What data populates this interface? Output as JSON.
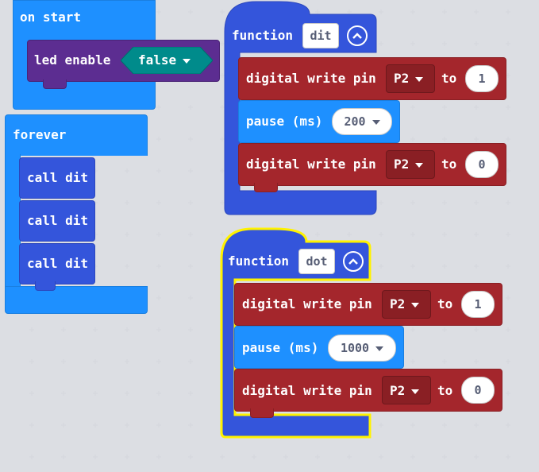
{
  "on_start": {
    "label": "on start",
    "led_enable": "led enable",
    "led_value": "false"
  },
  "forever": {
    "label": "forever",
    "calls": [
      "call dit",
      "call dit",
      "call dit"
    ]
  },
  "func_dit": {
    "keyword": "function",
    "name": "dit",
    "line1": {
      "label": "digital write pin",
      "pin": "P2",
      "to": "to",
      "value": "1"
    },
    "pause": {
      "label": "pause (ms)",
      "value": "200"
    },
    "line2": {
      "label": "digital write pin",
      "pin": "P2",
      "to": "to",
      "value": "0"
    }
  },
  "func_dot": {
    "keyword": "function",
    "name": "dot",
    "line1": {
      "label": "digital write pin",
      "pin": "P2",
      "to": "to",
      "value": "1"
    },
    "pause": {
      "label": "pause (ms)",
      "value": "1000"
    },
    "line2": {
      "label": "digital write pin",
      "pin": "P2",
      "to": "to",
      "value": "0"
    }
  },
  "colors": {
    "workspace": "#ecedf0",
    "basic_blue": "#1e90ff",
    "led_purple": "#5c2d91",
    "pins_red": "#a4262c",
    "function_blue": "#3455db",
    "selection_yellow": "#fff200",
    "dropdown_teal": "#008b8b"
  },
  "icons": [
    "collapse-chevron-icon",
    "dropdown-triangle-icon",
    "grid-plus-icon"
  ]
}
